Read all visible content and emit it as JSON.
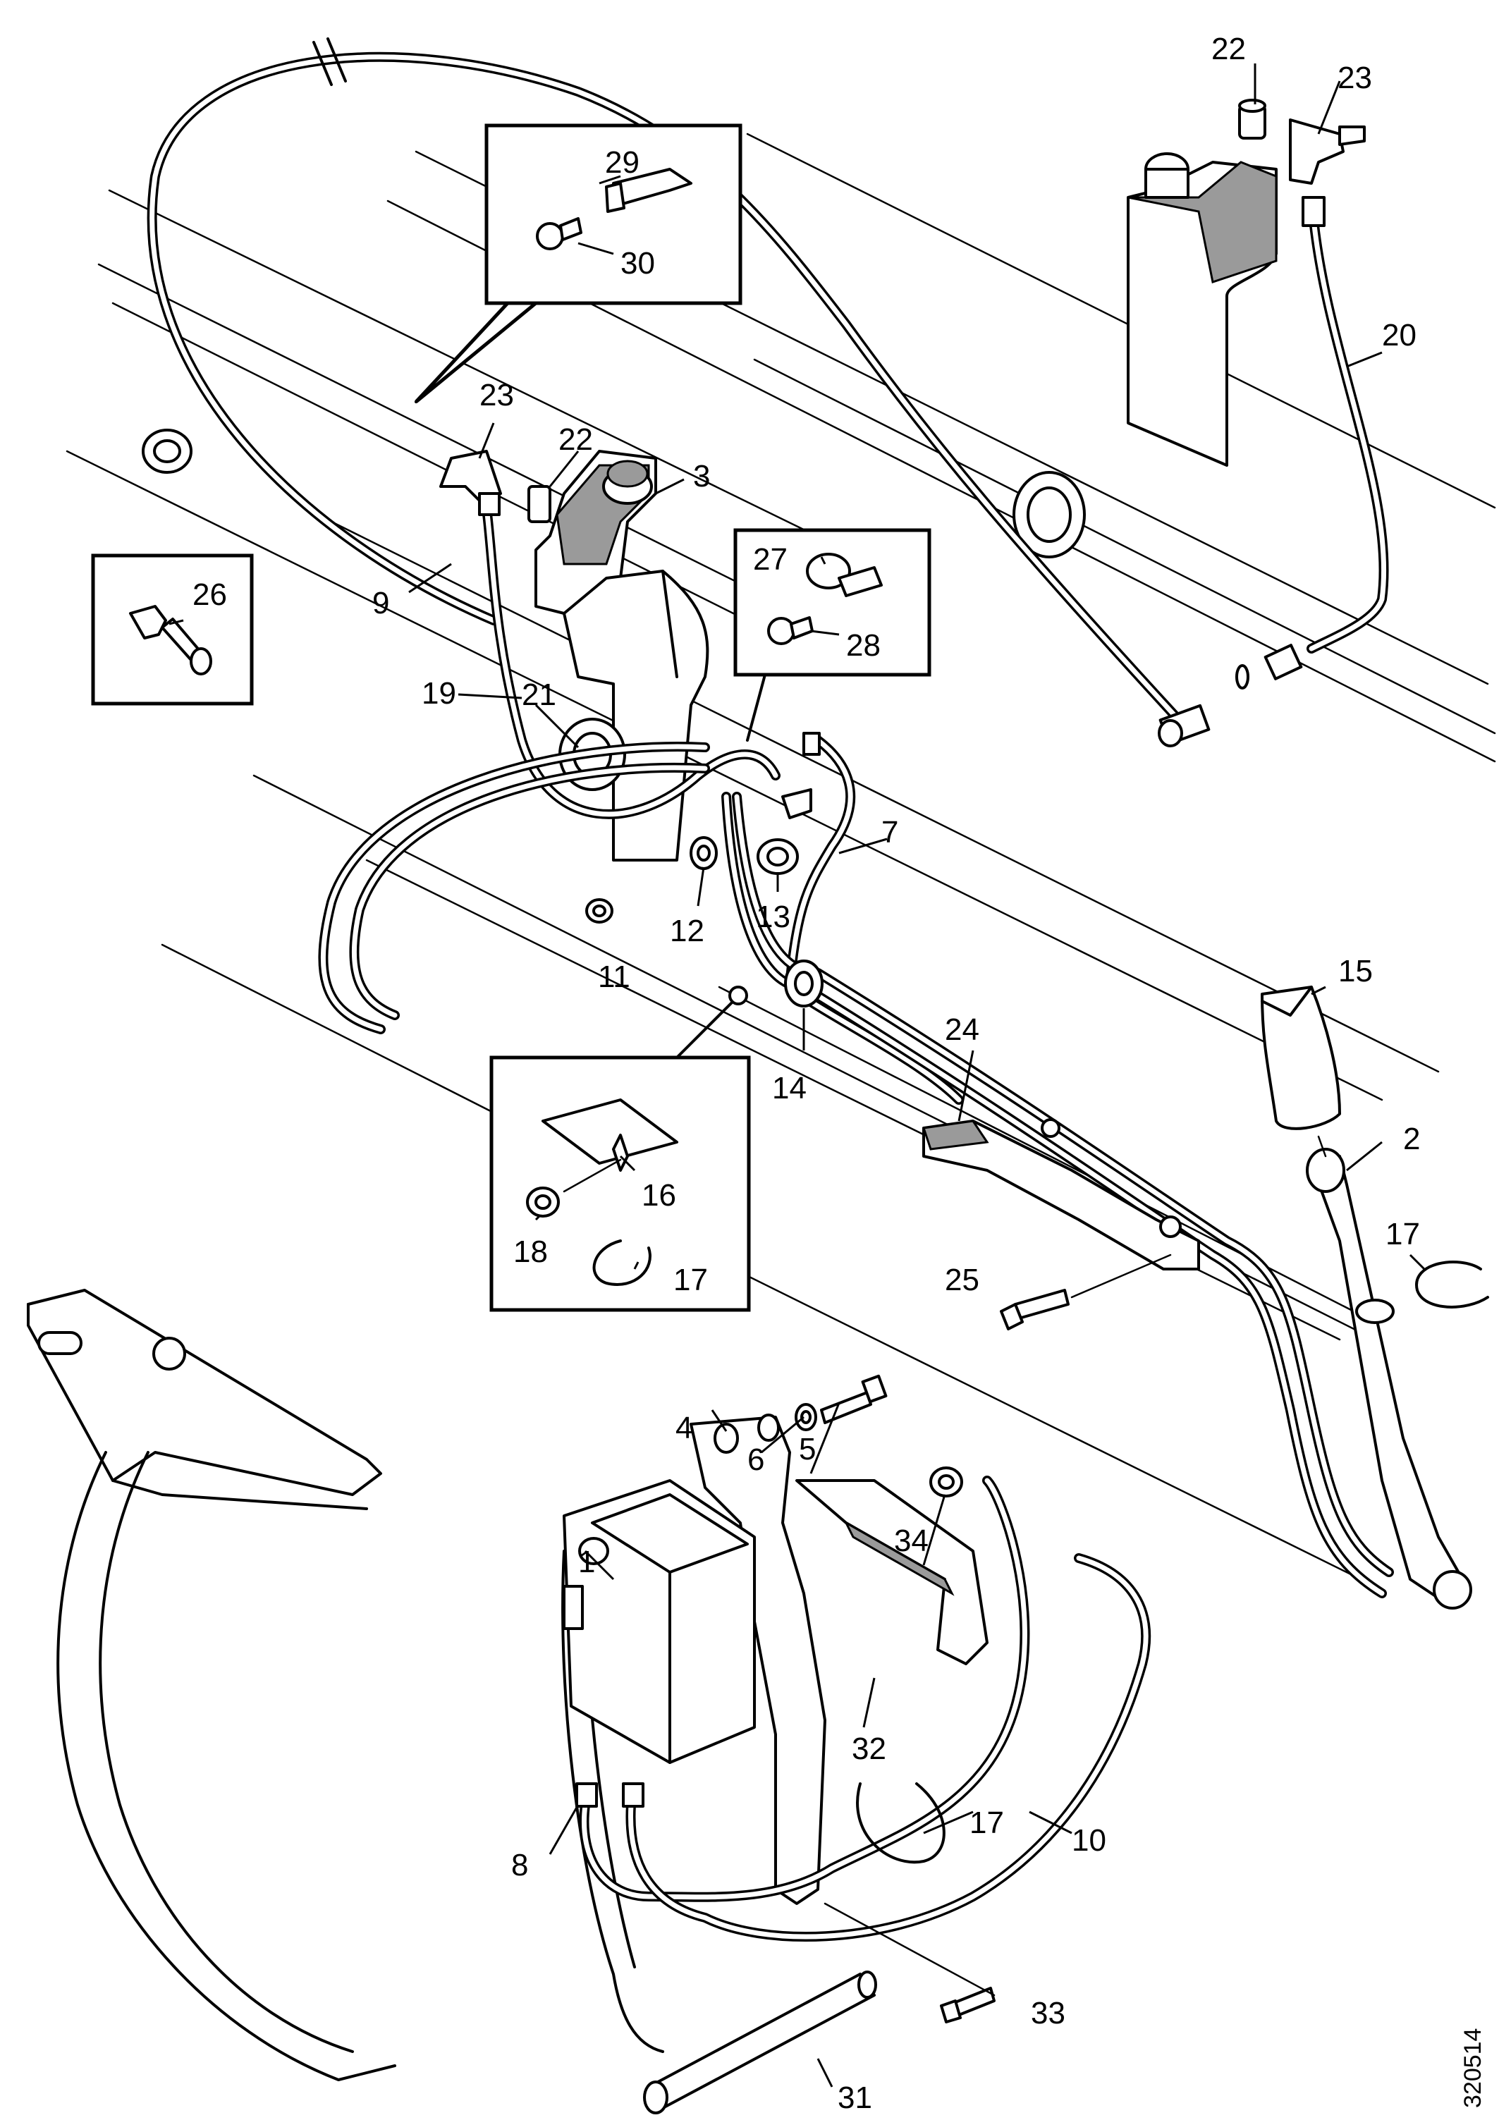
{
  "figure_number": "320514",
  "callouts": [
    {
      "id": "c1",
      "text": "1"
    },
    {
      "id": "c2",
      "text": "2"
    },
    {
      "id": "c3",
      "text": "3"
    },
    {
      "id": "c4",
      "text": "4"
    },
    {
      "id": "c5",
      "text": "5"
    },
    {
      "id": "c6",
      "text": "6"
    },
    {
      "id": "c7",
      "text": "7"
    },
    {
      "id": "c8",
      "text": "8"
    },
    {
      "id": "c9",
      "text": "9"
    },
    {
      "id": "c10",
      "text": "10"
    },
    {
      "id": "c11",
      "text": "11"
    },
    {
      "id": "c12",
      "text": "12"
    },
    {
      "id": "c13",
      "text": "13"
    },
    {
      "id": "c14",
      "text": "14"
    },
    {
      "id": "c15",
      "text": "15"
    },
    {
      "id": "c16",
      "text": "16"
    },
    {
      "id": "c17a",
      "text": "17"
    },
    {
      "id": "c17b",
      "text": "17"
    },
    {
      "id": "c17c",
      "text": "17"
    },
    {
      "id": "c18",
      "text": "18"
    },
    {
      "id": "c19",
      "text": "19"
    },
    {
      "id": "c20",
      "text": "20"
    },
    {
      "id": "c21",
      "text": "21"
    },
    {
      "id": "c22a",
      "text": "22"
    },
    {
      "id": "c22b",
      "text": "22"
    },
    {
      "id": "c23a",
      "text": "23"
    },
    {
      "id": "c23b",
      "text": "23"
    },
    {
      "id": "c24",
      "text": "24"
    },
    {
      "id": "c25",
      "text": "25"
    },
    {
      "id": "c26",
      "text": "26"
    },
    {
      "id": "c27",
      "text": "27"
    },
    {
      "id": "c28",
      "text": "28"
    },
    {
      "id": "c29",
      "text": "29"
    },
    {
      "id": "c30",
      "text": "30"
    },
    {
      "id": "c31",
      "text": "31"
    },
    {
      "id": "c32",
      "text": "32"
    },
    {
      "id": "c33",
      "text": "33"
    },
    {
      "id": "c34",
      "text": "34"
    }
  ]
}
